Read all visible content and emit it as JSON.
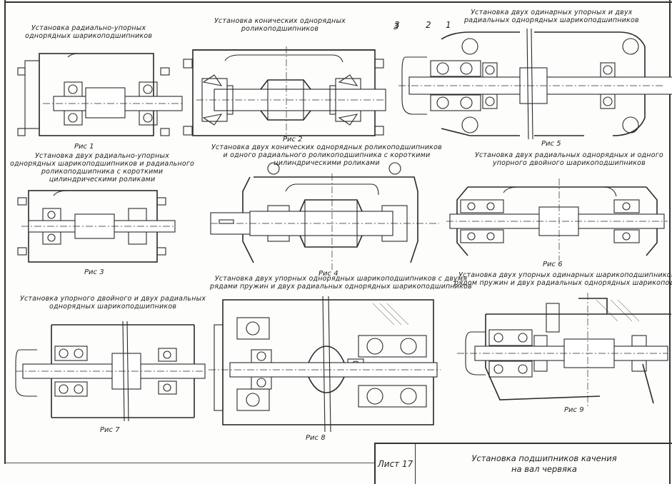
{
  "sheet": {
    "sheet_label": "Лист 17",
    "title_line1": "Установка подшипников качения",
    "title_line2": "на вал червяка"
  },
  "figures": [
    {
      "id": 1,
      "label": "Рис 1",
      "caption": [
        "Установка радиально-упорных",
        "однорядных шарикоподшипников"
      ]
    },
    {
      "id": 2,
      "label": "Рис 2",
      "caption": [
        "Установка конических однорядных",
        "роликоподшипников"
      ]
    },
    {
      "id": 3,
      "label": "Рис 3",
      "caption": [
        "Установка двух радиально-упорных",
        "однорядных шарикоподшипников и радиального",
        "роликоподшипника с короткими",
        "цилиндрическими роликами"
      ]
    },
    {
      "id": 4,
      "label": "Рис 4",
      "caption": [
        "Установка двух конических однорядных роликоподшипников",
        "и одного радиального роликоподшипника с короткими",
        "цилиндрическими роликами"
      ]
    },
    {
      "id": 5,
      "label": "Рис 5",
      "caption": [
        "Установка двух одинарных упорных и двух",
        "радиальных однорядных шарикоподшипников"
      ]
    },
    {
      "id": 6,
      "label": "Рис 6",
      "caption": [
        "Установка двух радиальных однорядных и одного",
        "упорного двойного шарикоподшипников"
      ]
    },
    {
      "id": 7,
      "label": "Рис 7",
      "caption": [
        "Установка упорного двойного и двух радиальных",
        "однорядных шарикоподшипников"
      ]
    },
    {
      "id": 8,
      "label": "Рис 8",
      "caption": [
        "Установка двух упорных однорядных шарикоподшипников с двумя",
        "рядами пружин и двух радиальных однорядных шарикоподшипников"
      ]
    },
    {
      "id": 9,
      "label": "Рис 9",
      "caption": [
        "Установка двух упорных одинарных шарикоподшипников с одним",
        "рядом пружин и двух радиальных однорядных шарикоподшипников"
      ]
    }
  ],
  "part_numbers": [
    "3",
    "2",
    "1"
  ],
  "stray_mark": "3"
}
